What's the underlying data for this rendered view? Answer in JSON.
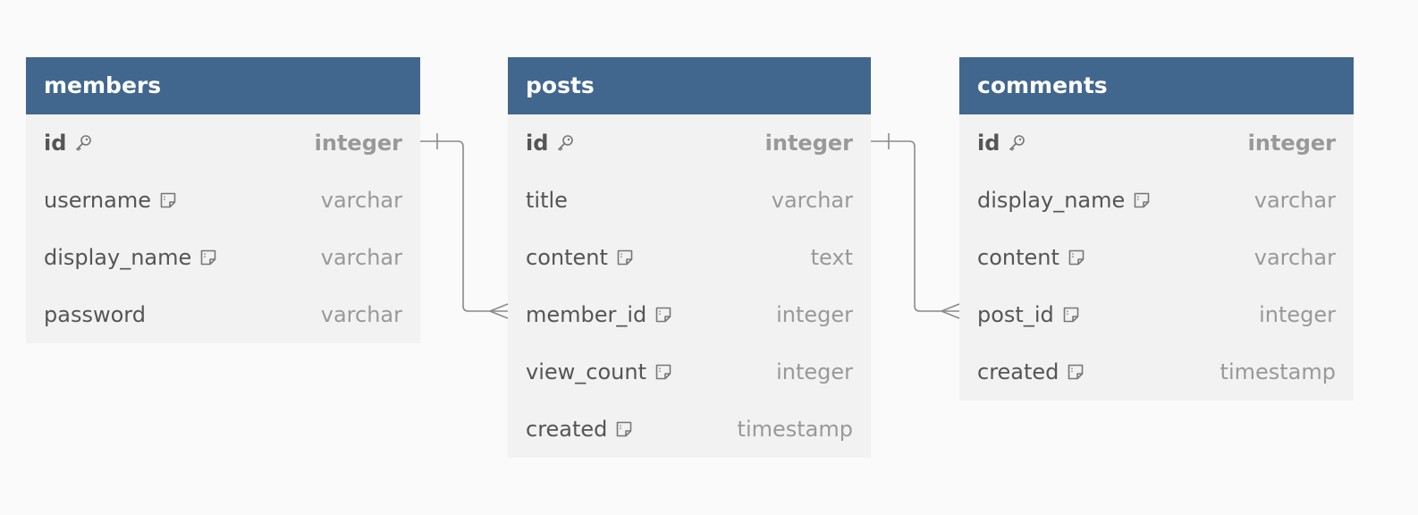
{
  "tables": [
    {
      "name": "members",
      "columns": [
        {
          "name": "id",
          "type": "integer",
          "icon": "key-icon",
          "pk": true
        },
        {
          "name": "username",
          "type": "varchar",
          "icon": "note-icon",
          "pk": false
        },
        {
          "name": "display_name",
          "type": "varchar",
          "icon": "note-icon",
          "pk": false
        },
        {
          "name": "password",
          "type": "varchar",
          "icon": "",
          "pk": false
        }
      ]
    },
    {
      "name": "posts",
      "columns": [
        {
          "name": "id",
          "type": "integer",
          "icon": "key-icon",
          "pk": true
        },
        {
          "name": "title",
          "type": "varchar",
          "icon": "",
          "pk": false
        },
        {
          "name": "content",
          "type": "text",
          "icon": "note-icon",
          "pk": false
        },
        {
          "name": "member_id",
          "type": "integer",
          "icon": "note-icon",
          "pk": false
        },
        {
          "name": "view_count",
          "type": "integer",
          "icon": "note-icon",
          "pk": false
        },
        {
          "name": "created",
          "type": "timestamp",
          "icon": "note-icon",
          "pk": false
        }
      ]
    },
    {
      "name": "comments",
      "columns": [
        {
          "name": "id",
          "type": "integer",
          "icon": "key-icon",
          "pk": true
        },
        {
          "name": "display_name",
          "type": "varchar",
          "icon": "note-icon",
          "pk": false
        },
        {
          "name": "content",
          "type": "varchar",
          "icon": "note-icon",
          "pk": false
        },
        {
          "name": "post_id",
          "type": "integer",
          "icon": "note-icon",
          "pk": false
        },
        {
          "name": "created",
          "type": "timestamp",
          "icon": "note-icon",
          "pk": false
        }
      ]
    }
  ],
  "relations": [
    {
      "from": "members.id",
      "to": "posts.member_id",
      "type": "one-to-many"
    },
    {
      "from": "posts.id",
      "to": "comments.post_id",
      "type": "one-to-many"
    }
  ],
  "colors": {
    "header": "#41678f",
    "body": "#f2f2f2",
    "background": "#fafafa",
    "line": "#8a8a8a"
  }
}
